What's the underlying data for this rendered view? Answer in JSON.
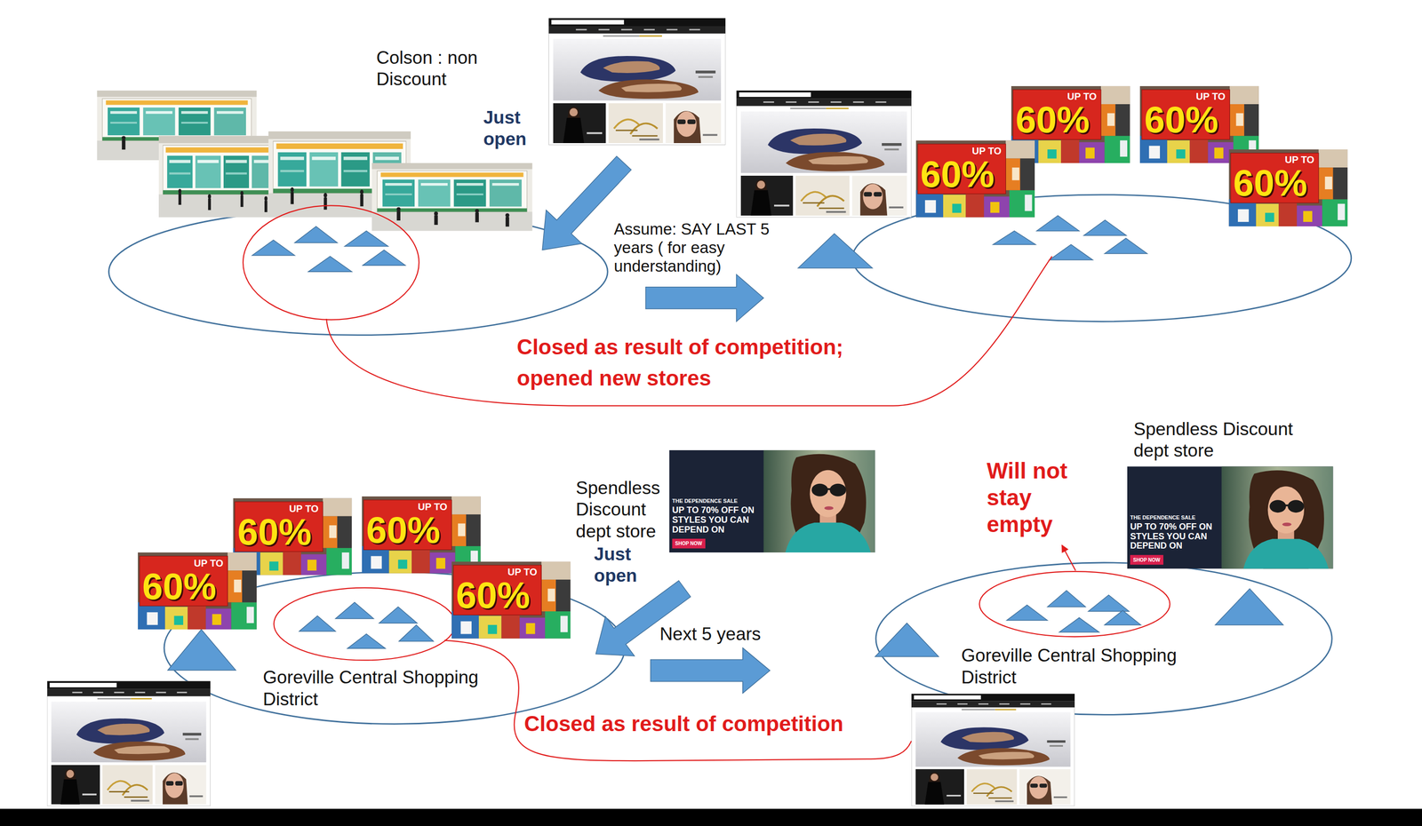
{
  "diagram": {
    "nodes": [
      {
        "text": [
          "Goreville Central Shopping District"
        ]
      },
      {
        "text": [
          "Goreville Central Shopping District"
        ]
      }
    ],
    "edges": [
      {
        "from": 0,
        "to": 1,
        "arrow": "to",
        "label": "Next 5 years"
      }
    ],
    "labels": [
      "Colson : non Discount",
      "Just open",
      "Assume: SAY LAST 5 years ( for easy understanding)",
      "Closed as result of competition; opened new stores",
      "UP TO",
      "60%",
      "UP TO",
      "60%",
      "UP TO",
      "60%",
      "UP TO",
      "60%",
      "Spendless Discount dept store",
      "THE DEPENDENCE SALE",
      "UP TO 70% OFF ON STYLES YOU CAN DEPEND ON",
      "SHOP NOW",
      "Just open",
      "UP TO",
      "60%",
      "UP TO",
      "60%",
      "UP TO",
      "60%",
      "UP TO",
      "60%",
      "Closed as result of competition",
      "Will not stay empty",
      "Spendless Discount dept store",
      "THE DEPENDENCE SALE",
      "UP TO 70% OFF ON STYLES YOU CAN DEPEND ON",
      "SHOP NOW"
    ]
  }
}
